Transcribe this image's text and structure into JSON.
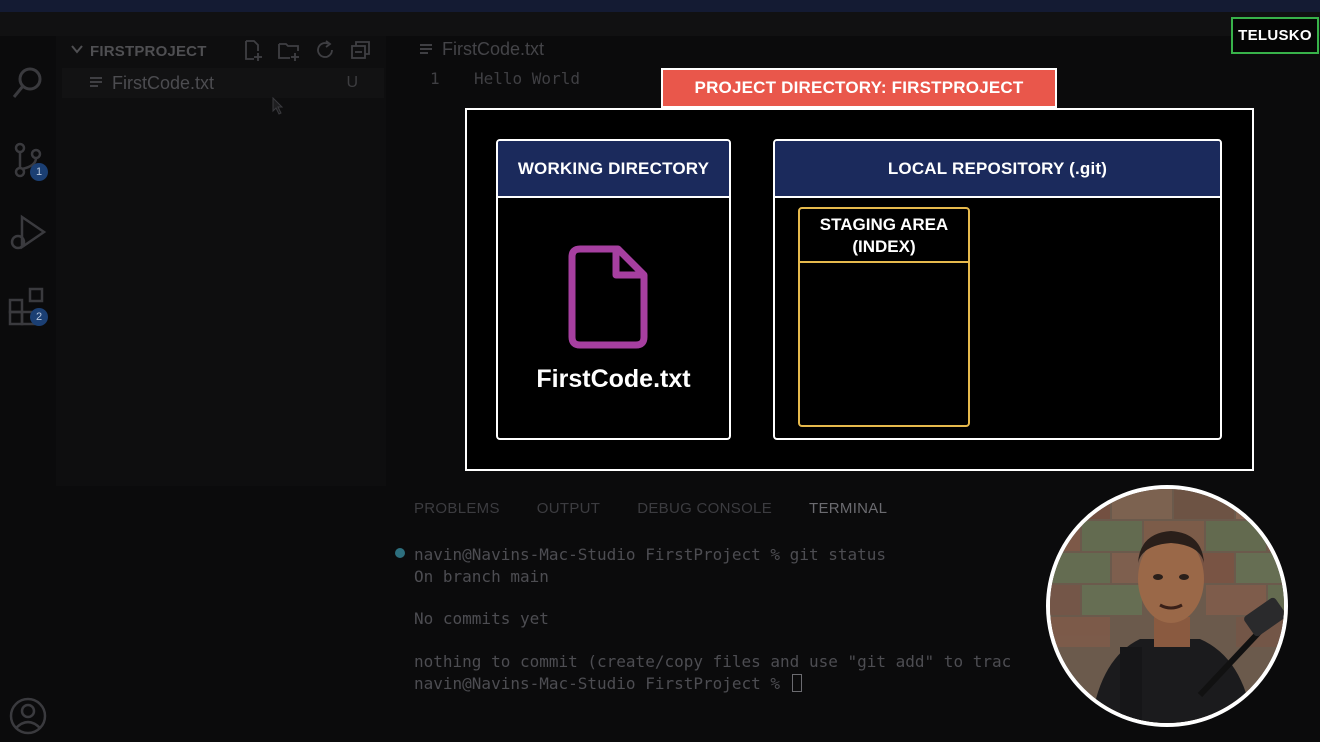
{
  "brand": {
    "label": "TELUSKO"
  },
  "activity_bar": {
    "source_control_badge": "1",
    "extensions_badge": "2"
  },
  "explorer": {
    "title": "FIRSTPROJECT",
    "file": {
      "name": "FirstCode.txt",
      "status": "U"
    }
  },
  "editor": {
    "tab_label": "FirstCode.txt",
    "line_number": "1",
    "line_text": "Hello World"
  },
  "panel": {
    "tabs": [
      "PROBLEMS",
      "OUTPUT",
      "DEBUG CONSOLE",
      "TERMINAL"
    ],
    "active_tab": "TERMINAL",
    "terminal_lines": [
      "navin@Navins-Mac-Studio FirstProject % git status",
      "On branch main",
      "No commits yet",
      "nothing to commit (create/copy files and use \"git add\" to trac",
      "navin@Navins-Mac-Studio FirstProject % "
    ]
  },
  "diagram": {
    "project_label": "PROJECT DIRECTORY: FIRSTPROJECT",
    "working_directory": "WORKING DIRECTORY",
    "file_label": "FirstCode.txt",
    "local_repository": "LOCAL REPOSITORY (.git)",
    "staging_line1": "STAGING AREA",
    "staging_line2": "(INDEX)"
  },
  "colors": {
    "project_label_bg": "#e9574b",
    "header_bg": "#1b2a5c",
    "staging_border": "#e6b94c",
    "file_icon": "#a63fa0",
    "brand_border": "#38b24a"
  }
}
